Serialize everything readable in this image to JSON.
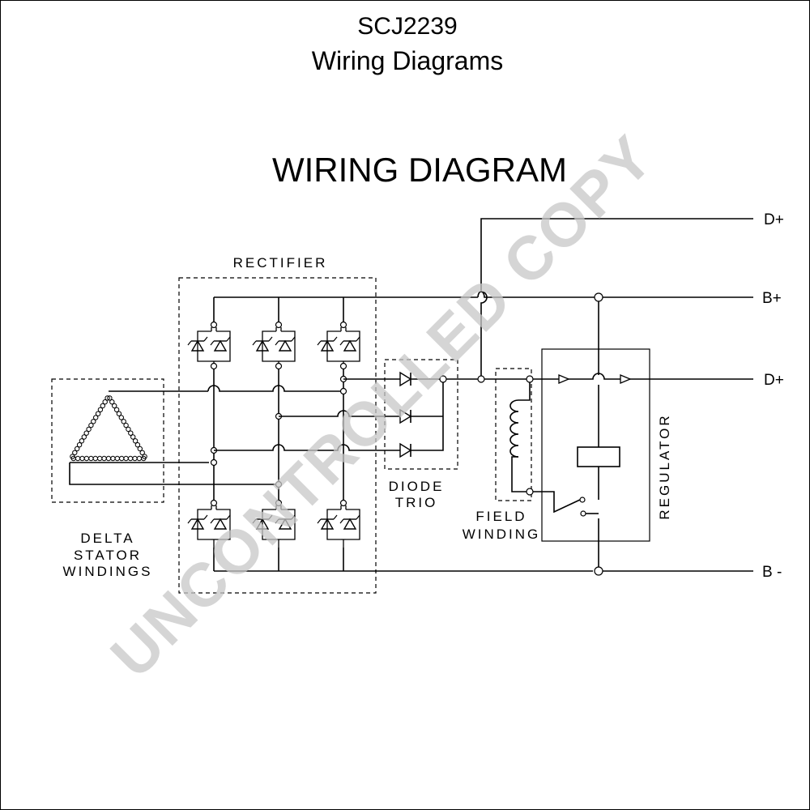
{
  "header": {
    "part_number": "SCJ2239",
    "subtitle": "Wiring Diagrams"
  },
  "diagram": {
    "title": "WIRING DIAGRAM",
    "labels": {
      "rectifier": "RECTIFIER",
      "diode_trio_1": "DIODE",
      "diode_trio_2": "TRIO",
      "field_winding_1": "FIELD",
      "field_winding_2": "WINDING",
      "delta_1": "DELTA",
      "delta_2": "STATOR",
      "delta_3": "WINDINGS",
      "regulator": "REGULATOR"
    },
    "terminals": {
      "d_plus_top": "D+",
      "b_plus": "B+",
      "d_plus_mid": "D+",
      "b_minus": "B -"
    }
  },
  "watermark": "UNCONTROLLED COPY"
}
